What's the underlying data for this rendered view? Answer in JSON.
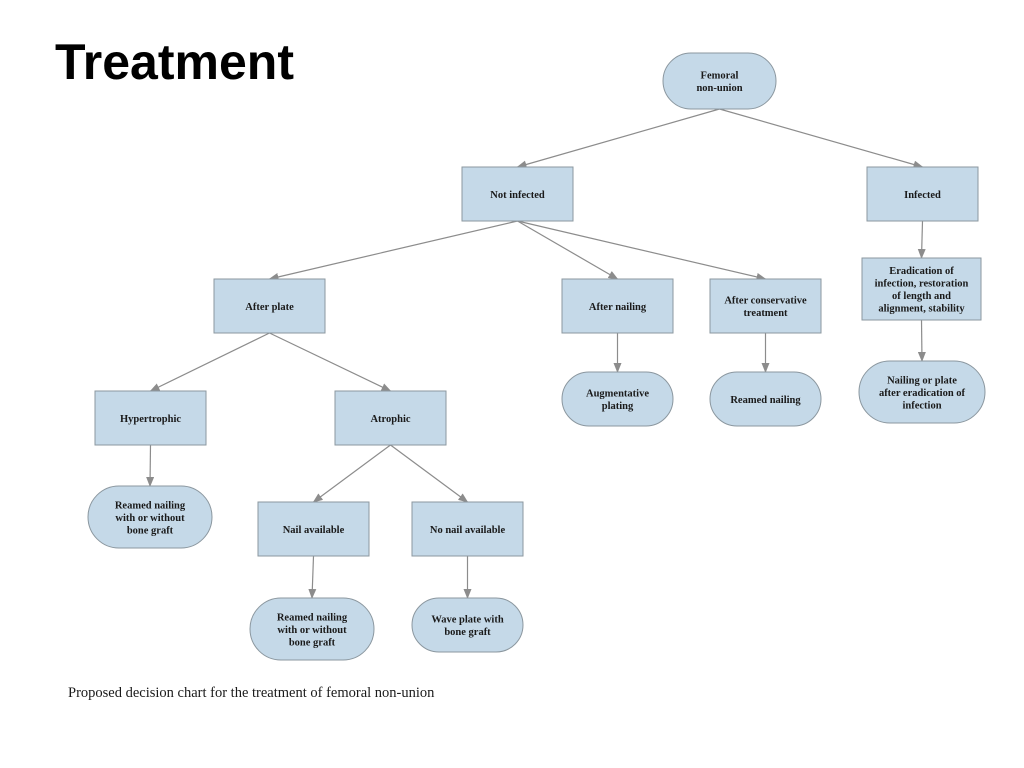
{
  "slide": {
    "title": "Treatment",
    "caption": "Proposed decision chart for the treatment of femoral non-union"
  },
  "colors": {
    "node_fill": "#c5d9e8",
    "node_border": "#8b979f",
    "edge": "#8c8c8c"
  },
  "diagram": {
    "nodes": [
      {
        "id": "femoral",
        "shape": "terminal",
        "lines": [
          "Femoral",
          "non-union"
        ]
      },
      {
        "id": "not-infected",
        "shape": "process",
        "lines": [
          "Not infected"
        ]
      },
      {
        "id": "infected",
        "shape": "process",
        "lines": [
          "Infected"
        ]
      },
      {
        "id": "after-plate",
        "shape": "process",
        "lines": [
          "After plate"
        ]
      },
      {
        "id": "after-nailing",
        "shape": "process",
        "lines": [
          "After nailing"
        ]
      },
      {
        "id": "after-conservative",
        "shape": "process",
        "lines": [
          "After conservative",
          "treatment"
        ]
      },
      {
        "id": "eradication",
        "shape": "process",
        "lines": [
          "Eradication of",
          "infection, restoration",
          "of length and",
          "alignment, stability"
        ]
      },
      {
        "id": "hypertrophic",
        "shape": "process",
        "lines": [
          "Hypertrophic"
        ]
      },
      {
        "id": "atrophic",
        "shape": "process",
        "lines": [
          "Atrophic"
        ]
      },
      {
        "id": "augmentative",
        "shape": "terminal",
        "lines": [
          "Augmentative",
          "plating"
        ]
      },
      {
        "id": "reamed-nailing",
        "shape": "terminal",
        "lines": [
          "Reamed nailing"
        ]
      },
      {
        "id": "nailing-or-plate",
        "shape": "terminal",
        "lines": [
          "Nailing or plate",
          "after eradication of",
          "infection"
        ]
      },
      {
        "id": "reamed-graft-1",
        "shape": "terminal",
        "lines": [
          "Reamed nailing",
          "with or without",
          "bone graft"
        ]
      },
      {
        "id": "nail-available",
        "shape": "process",
        "lines": [
          "Nail available"
        ]
      },
      {
        "id": "no-nail-available",
        "shape": "process",
        "lines": [
          "No nail available"
        ]
      },
      {
        "id": "reamed-graft-2",
        "shape": "terminal",
        "lines": [
          "Reamed nailing",
          "with or without",
          "bone graft"
        ]
      },
      {
        "id": "wave-plate",
        "shape": "terminal",
        "lines": [
          "Wave plate with",
          "bone graft"
        ]
      }
    ],
    "edges": [
      {
        "from": "femoral",
        "to": "not-infected"
      },
      {
        "from": "femoral",
        "to": "infected"
      },
      {
        "from": "not-infected",
        "to": "after-plate"
      },
      {
        "from": "not-infected",
        "to": "after-nailing"
      },
      {
        "from": "not-infected",
        "to": "after-conservative"
      },
      {
        "from": "infected",
        "to": "eradication"
      },
      {
        "from": "eradication",
        "to": "nailing-or-plate"
      },
      {
        "from": "after-plate",
        "to": "hypertrophic"
      },
      {
        "from": "after-plate",
        "to": "atrophic"
      },
      {
        "from": "after-nailing",
        "to": "augmentative"
      },
      {
        "from": "after-conservative",
        "to": "reamed-nailing"
      },
      {
        "from": "hypertrophic",
        "to": "reamed-graft-1"
      },
      {
        "from": "atrophic",
        "to": "nail-available"
      },
      {
        "from": "atrophic",
        "to": "no-nail-available"
      },
      {
        "from": "nail-available",
        "to": "reamed-graft-2"
      },
      {
        "from": "no-nail-available",
        "to": "wave-plate"
      }
    ]
  }
}
